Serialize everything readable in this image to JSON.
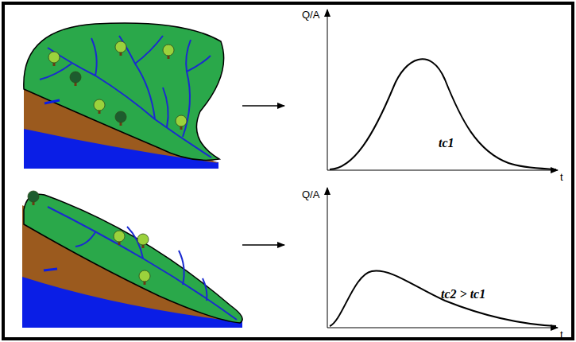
{
  "diagram": {
    "labels": [
      "Q/A",
      "t",
      "tc1",
      "Q/A",
      "t",
      "tc2 > tc1"
    ]
  }
}
